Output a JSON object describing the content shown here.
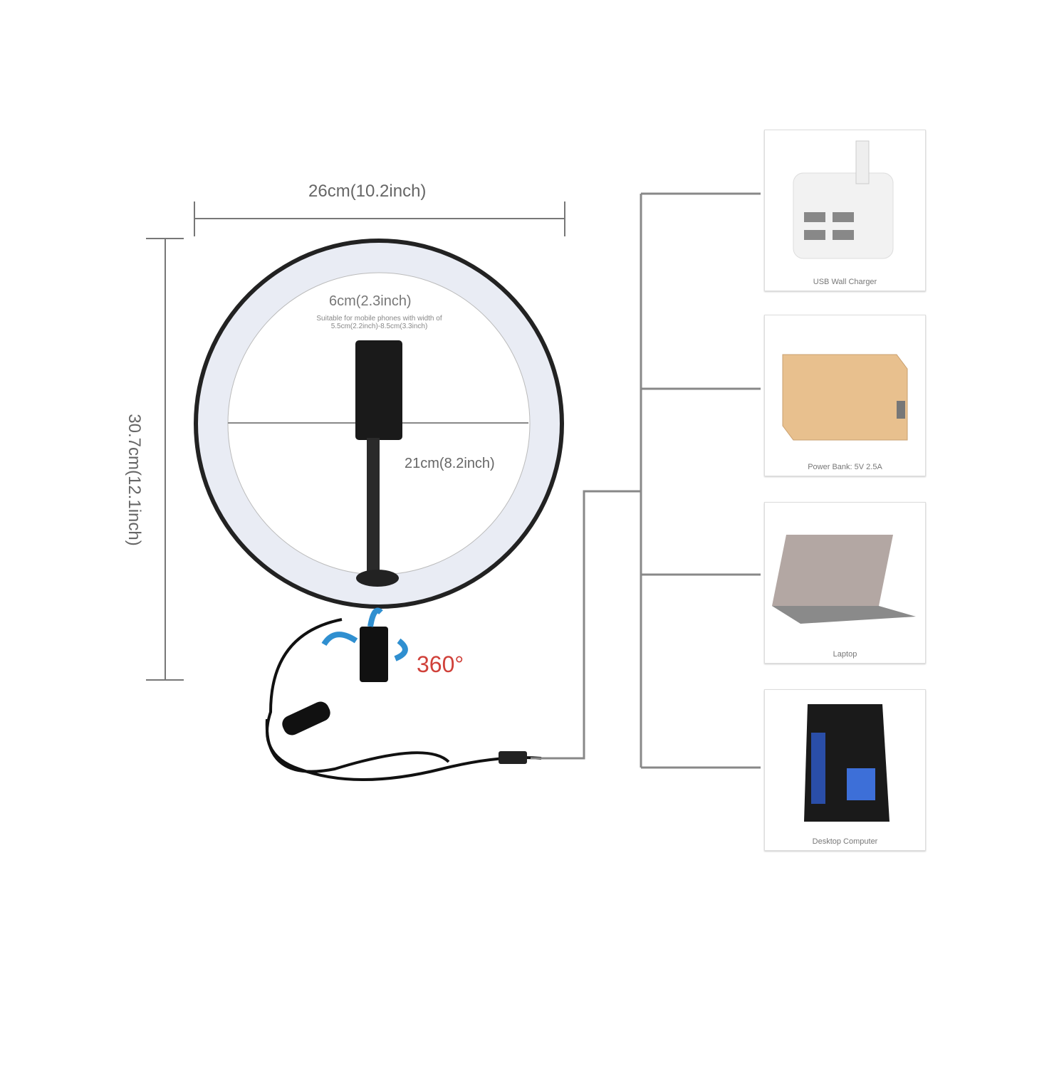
{
  "dimensions": {
    "width": "26cm(10.2inch)",
    "height": "30.7cm(12.1inch)",
    "holder_width": "6cm(2.3inch)",
    "holder_note": "Suitable for mobile phones with width of 5.5cm(2.2inch)-8.5cm(3.3inch)",
    "inner_diameter": "21cm(8.2inch)",
    "rotation": "360°"
  },
  "power_sources": [
    {
      "label": "USB Wall Charger",
      "icon": "usb-wall-charger-icon"
    },
    {
      "label": "Power Bank: 5V 2.5A",
      "icon": "power-bank-icon"
    },
    {
      "label": "Laptop",
      "icon": "laptop-icon"
    },
    {
      "label": "Desktop Computer",
      "icon": "desktop-computer-icon"
    }
  ],
  "colors": {
    "rotation_text": "#d0413a",
    "rotation_arrow": "#2f8fd0",
    "power_bank": "#e8c08e"
  }
}
